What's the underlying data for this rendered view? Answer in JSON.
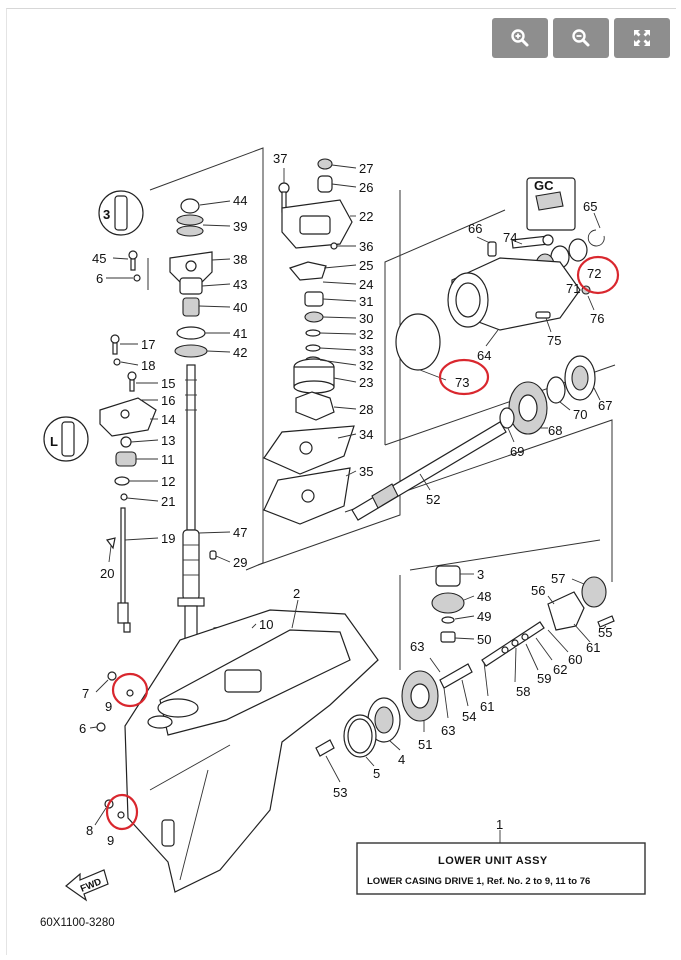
{
  "toolbar": {
    "zoom_in_icon": "zoom-in-icon",
    "zoom_out_icon": "zoom-out-icon",
    "fullscreen_icon": "fullscreen-icon",
    "button_color": "#8e8e8e"
  },
  "diagram": {
    "title_line1": "LOWER  UNIT ASSY",
    "title_line2": "LOWER CASING DRIVE 1,   Ref. No. 2 to 9, 11 to 76",
    "drawing_code": "60X1100-3280",
    "fwd_label": "FWD",
    "highlight_color": "#d9272e",
    "highlighted_parts": [
      "72",
      "73",
      "9",
      "9"
    ],
    "callouts": [
      "44",
      "39",
      "38",
      "43",
      "40",
      "41",
      "42",
      "45",
      "6",
      "17",
      "18",
      "15",
      "16",
      "14",
      "13",
      "11",
      "12",
      "21",
      "19",
      "20",
      "37",
      "27",
      "26",
      "22",
      "36",
      "25",
      "24",
      "31",
      "30",
      "32",
      "33",
      "32",
      "23",
      "28",
      "34",
      "35",
      "47",
      "29",
      "10",
      "2",
      "66",
      "74",
      "65",
      "72",
      "71",
      "76",
      "75",
      "64",
      "73",
      "67",
      "70",
      "68",
      "69",
      "52",
      "3",
      "48",
      "49",
      "50",
      "57",
      "56",
      "55",
      "61",
      "60",
      "62",
      "59",
      "58",
      "63",
      "61",
      "54",
      "63",
      "51",
      "4",
      "5",
      "53",
      "7",
      "9",
      "6",
      "8",
      "9",
      "1"
    ],
    "symbol_1": "3",
    "symbol_2": "L",
    "symbol_3": "GC"
  }
}
